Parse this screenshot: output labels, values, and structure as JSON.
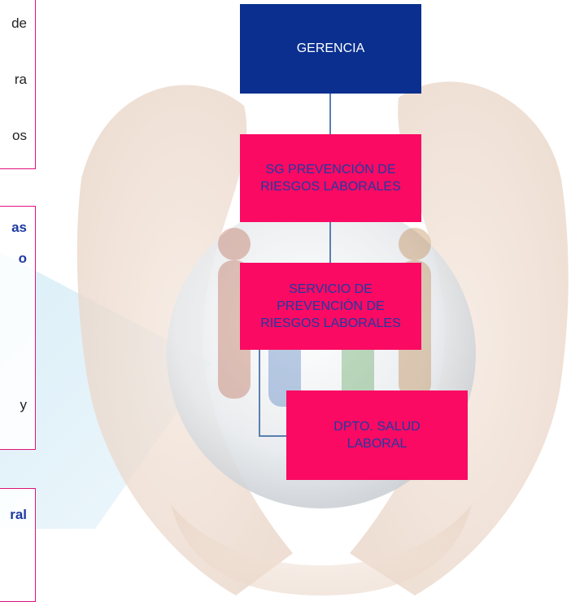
{
  "left_panels": {
    "p1": [
      "de",
      "ra",
      "os"
    ],
    "p2": [
      "as",
      "o",
      "y"
    ],
    "p3": [
      "ral"
    ]
  },
  "org_chart": {
    "root": "GERENCIA",
    "level2": "SG PREVENCIÓN DE\nRIESGOS LABORALES",
    "level3": "SERVICIO DE\nPREVENCIÓN DE\nRIESGOS LABORALES",
    "level4": "DPTO. SALUD\nLABORAL"
  },
  "colors": {
    "navy": "#0a2f8f",
    "pink": "#fa0a63",
    "border": "#e2117b",
    "text_blue": "#1f3aa0"
  }
}
